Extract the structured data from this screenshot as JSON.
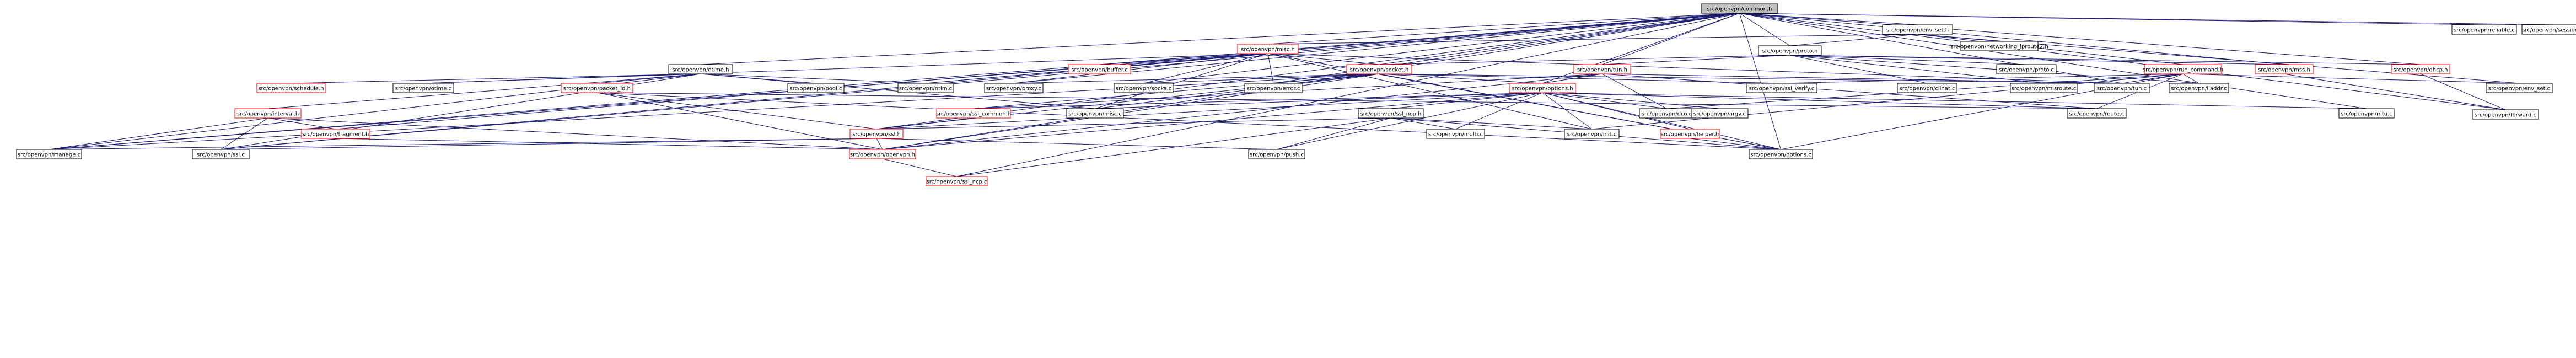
{
  "colors": {
    "edge": "#191970",
    "node_fill": "#ffffff",
    "node_border_default": "#000000",
    "node_border_truncated": "#ff0000",
    "root_fill": "#bfbfbf"
  },
  "nodes": [
    {
      "id": "common_h",
      "label": "src/openvpn/common.h",
      "truncated": false,
      "root": true
    },
    {
      "id": "env_set_h",
      "label": "src/openvpn/env_set.h",
      "truncated": false
    },
    {
      "id": "reliable_c",
      "label": "src/openvpn/reliable.c",
      "truncated": false
    },
    {
      "id": "session_id_c",
      "label": "src/openvpn/session_id.c",
      "truncated": false
    },
    {
      "id": "networking_iproute2_h",
      "label": "src/openvpn/networking_iproute2.h",
      "truncated": false
    },
    {
      "id": "proto_h",
      "label": "src/openvpn/proto.h",
      "truncated": false
    },
    {
      "id": "misc_h",
      "label": "src/openvpn/misc.h",
      "truncated": true
    },
    {
      "id": "run_command_h",
      "label": "src/openvpn/run_command.h",
      "truncated": true
    },
    {
      "id": "mss_h",
      "label": "src/openvpn/mss.h",
      "truncated": true
    },
    {
      "id": "dhcp_h",
      "label": "src/openvpn/dhcp.h",
      "truncated": true
    },
    {
      "id": "otime_h",
      "label": "src/openvpn/otime.h",
      "truncated": false
    },
    {
      "id": "socket_h",
      "label": "src/openvpn/socket.h",
      "truncated": true
    },
    {
      "id": "tun_h",
      "label": "src/openvpn/tun.h",
      "truncated": true
    },
    {
      "id": "buffer_c",
      "label": "src/openvpn/buffer.c",
      "truncated": true
    },
    {
      "id": "proto_c",
      "label": "src/openvpn/proto.c",
      "truncated": false
    },
    {
      "id": "env_set_c",
      "label": "src/openvpn/env_set.c",
      "truncated": false
    },
    {
      "id": "forward_c",
      "label": "src/openvpn/forward.c",
      "truncated": false
    },
    {
      "id": "schedule_h",
      "label": "src/openvpn/schedule.h",
      "truncated": true
    },
    {
      "id": "otime_c",
      "label": "src/openvpn/otime.c",
      "truncated": false
    },
    {
      "id": "packet_id_h",
      "label": "src/openvpn/packet_id.h",
      "truncated": true
    },
    {
      "id": "pool_c",
      "label": "src/openvpn/pool.c",
      "truncated": false
    },
    {
      "id": "ntlm_c",
      "label": "src/openvpn/ntlm.c",
      "truncated": false
    },
    {
      "id": "proxy_c",
      "label": "src/openvpn/proxy.c",
      "truncated": false
    },
    {
      "id": "socks_c",
      "label": "src/openvpn/socks.c",
      "truncated": false
    },
    {
      "id": "error_c",
      "label": "src/openvpn/error.c",
      "truncated": false
    },
    {
      "id": "options_h",
      "label": "src/openvpn/options.h",
      "truncated": true
    },
    {
      "id": "ssl_verify_c",
      "label": "src/openvpn/ssl_verify.c",
      "truncated": false
    },
    {
      "id": "clinat_c",
      "label": "src/openvpn/clinat.c",
      "truncated": false
    },
    {
      "id": "misroute_c",
      "label": "src/openvpn/misroute.c",
      "truncated": false
    },
    {
      "id": "tun_c",
      "label": "src/openvpn/tun.c",
      "truncated": false
    },
    {
      "id": "lladdr_c",
      "label": "src/openvpn/lladdr.c",
      "truncated": false
    },
    {
      "id": "interval_h",
      "label": "src/openvpn/interval.h",
      "truncated": true
    },
    {
      "id": "fragment_h",
      "label": "src/openvpn/fragment.h",
      "truncated": true
    },
    {
      "id": "ssl_common_h",
      "label": "src/openvpn/ssl_common.h",
      "truncated": true
    },
    {
      "id": "misc_c",
      "label": "src/openvpn/misc.c",
      "truncated": false
    },
    {
      "id": "ssl_ncp_h",
      "label": "src/openvpn/ssl_ncp.h",
      "truncated": false
    },
    {
      "id": "dco_c",
      "label": "src/openvpn/dco.c",
      "truncated": false
    },
    {
      "id": "argv_c",
      "label": "src/openvpn/argv.c",
      "truncated": false
    },
    {
      "id": "route_c",
      "label": "src/openvpn/route.c",
      "truncated": false
    },
    {
      "id": "mtu_c",
      "label": "src/openvpn/mtu.c",
      "truncated": false
    },
    {
      "id": "ssl_h",
      "label": "src/openvpn/ssl.h",
      "truncated": true
    },
    {
      "id": "multi_c",
      "label": "src/openvpn/multi.c",
      "truncated": false
    },
    {
      "id": "init_c",
      "label": "src/openvpn/init.c",
      "truncated": false
    },
    {
      "id": "helper_h",
      "label": "src/openvpn/helper.h",
      "truncated": true
    },
    {
      "id": "manage_c",
      "label": "src/openvpn/manage.c",
      "truncated": false
    },
    {
      "id": "ssl_c",
      "label": "src/openvpn/ssl.c",
      "truncated": false
    },
    {
      "id": "openvpn_h",
      "label": "src/openvpn/openvpn.h",
      "truncated": true
    },
    {
      "id": "push_c",
      "label": "src/openvpn/push.c",
      "truncated": false
    },
    {
      "id": "options_c",
      "label": "src/openvpn/options.c",
      "truncated": false
    },
    {
      "id": "ssl_ncp_c",
      "label": "src/openvpn/ssl_ncp.c",
      "truncated": true
    }
  ],
  "edges": [
    [
      "env_set_h",
      "common_h"
    ],
    [
      "reliable_c",
      "common_h"
    ],
    [
      "session_id_c",
      "common_h"
    ],
    [
      "proto_h",
      "common_h"
    ],
    [
      "misc_h",
      "common_h"
    ],
    [
      "otime_h",
      "common_h"
    ],
    [
      "socket_h",
      "common_h"
    ],
    [
      "tun_h",
      "common_h"
    ],
    [
      "mss_h",
      "common_h"
    ],
    [
      "dhcp_h",
      "common_h"
    ],
    [
      "buffer_c",
      "common_h"
    ],
    [
      "forward_c",
      "common_h"
    ],
    [
      "options_h",
      "common_h"
    ],
    [
      "manage_c",
      "common_h"
    ],
    [
      "ssl_c",
      "common_h"
    ],
    [
      "openvpn_h",
      "common_h"
    ],
    [
      "options_c",
      "common_h"
    ],
    [
      "ssl_ncp_c",
      "common_h"
    ],
    [
      "proxy_c",
      "common_h"
    ],
    [
      "ntlm_c",
      "common_h"
    ],
    [
      "error_c",
      "common_h"
    ],
    [
      "tun_c",
      "common_h"
    ],
    [
      "mtu_c",
      "common_h"
    ],
    [
      "fragment_h",
      "common_h"
    ],
    [
      "ssl_h",
      "common_h"
    ],
    [
      "socks_c",
      "common_h"
    ],
    [
      "misc_h",
      "env_set_h"
    ],
    [
      "networking_iproute2_h",
      "env_set_h"
    ],
    [
      "run_command_h",
      "env_set_h"
    ],
    [
      "env_set_c",
      "env_set_h"
    ],
    [
      "proto_h",
      "env_set_h"
    ],
    [
      "socket_h",
      "proto_h"
    ],
    [
      "tun_h",
      "proto_h"
    ],
    [
      "proto_c",
      "proto_h"
    ],
    [
      "mss_h",
      "proto_h"
    ],
    [
      "dhcp_h",
      "proto_h"
    ],
    [
      "lladdr_c",
      "proto_h"
    ],
    [
      "clinat_c",
      "proto_h"
    ],
    [
      "misroute_c",
      "proto_h"
    ],
    [
      "socket_h",
      "misc_h"
    ],
    [
      "buffer_c",
      "misc_h"
    ],
    [
      "otime_c",
      "misc_h"
    ],
    [
      "ntlm_c",
      "misc_h"
    ],
    [
      "proxy_c",
      "misc_h"
    ],
    [
      "socks_c",
      "misc_h"
    ],
    [
      "error_c",
      "misc_h"
    ],
    [
      "tun_c",
      "misc_h"
    ],
    [
      "manage_c",
      "misc_h"
    ],
    [
      "ssl_c",
      "misc_h"
    ],
    [
      "options_c",
      "misc_h"
    ],
    [
      "misc_c",
      "misc_h"
    ],
    [
      "init_c",
      "misc_h"
    ],
    [
      "tun_c",
      "run_command_h"
    ],
    [
      "lladdr_c",
      "run_command_h"
    ],
    [
      "env_set_c",
      "run_command_h"
    ],
    [
      "route_c",
      "run_command_h"
    ],
    [
      "options_c",
      "run_command_h"
    ],
    [
      "init_c",
      "run_command_h"
    ],
    [
      "dco_c",
      "run_command_h"
    ],
    [
      "ssl_verify_c",
      "run_command_h"
    ],
    [
      "forward_c",
      "mss_h"
    ],
    [
      "forward_c",
      "dhcp_h"
    ],
    [
      "schedule_h",
      "otime_h"
    ],
    [
      "otime_c",
      "otime_h"
    ],
    [
      "packet_id_h",
      "otime_h"
    ],
    [
      "pool_c",
      "otime_h"
    ],
    [
      "interval_h",
      "otime_h"
    ],
    [
      "ntlm_c",
      "otime_h"
    ],
    [
      "manage_c",
      "otime_h"
    ],
    [
      "ssl_c",
      "otime_h"
    ],
    [
      "misc_c",
      "otime_h"
    ],
    [
      "proxy_c",
      "socket_h"
    ],
    [
      "socks_c",
      "socket_h"
    ],
    [
      "error_c",
      "socket_h"
    ],
    [
      "options_h",
      "socket_h"
    ],
    [
      "ssl_verify_c",
      "socket_h"
    ],
    [
      "tun_c",
      "socket_h"
    ],
    [
      "ssl_common_h",
      "socket_h"
    ],
    [
      "misc_c",
      "socket_h"
    ],
    [
      "ssl_h",
      "socket_h"
    ],
    [
      "openvpn_h",
      "socket_h"
    ],
    [
      "manage_c",
      "socket_h"
    ],
    [
      "options_c",
      "socket_h"
    ],
    [
      "options_h",
      "tun_h"
    ],
    [
      "route_c",
      "tun_h"
    ],
    [
      "ssl_common_h",
      "tun_h"
    ],
    [
      "openvpn_h",
      "tun_h"
    ],
    [
      "tun_c",
      "tun_h"
    ],
    [
      "dco_c",
      "tun_h"
    ],
    [
      "ssl_ncp_h",
      "options_h"
    ],
    [
      "dco_c",
      "options_h"
    ],
    [
      "argv_c",
      "options_h"
    ],
    [
      "route_c",
      "options_h"
    ],
    [
      "mtu_c",
      "options_h"
    ],
    [
      "helper_h",
      "options_h"
    ],
    [
      "multi_c",
      "options_h"
    ],
    [
      "init_c",
      "options_h"
    ],
    [
      "options_c",
      "options_h"
    ],
    [
      "push_c",
      "options_h"
    ],
    [
      "ssl_common_h",
      "options_h"
    ],
    [
      "ssl_h",
      "options_h"
    ],
    [
      "openvpn_h",
      "options_h"
    ],
    [
      "misc_c",
      "options_h"
    ],
    [
      "ssl_h",
      "packet_id_h"
    ],
    [
      "route_c",
      "packet_id_h"
    ],
    [
      "options_c",
      "packet_id_h"
    ],
    [
      "openvpn_h",
      "packet_id_h"
    ],
    [
      "fragment_h",
      "interval_h"
    ],
    [
      "manage_c",
      "interval_h"
    ],
    [
      "ssl_c",
      "interval_h"
    ],
    [
      "openvpn_h",
      "interval_h"
    ],
    [
      "openvpn_h",
      "fragment_h"
    ],
    [
      "ssl_h",
      "ssl_common_h"
    ],
    [
      "ssl_h",
      "ssl_ncp_h"
    ],
    [
      "multi_c",
      "ssl_ncp_h"
    ],
    [
      "init_c",
      "ssl_ncp_h"
    ],
    [
      "push_c",
      "ssl_ncp_h"
    ],
    [
      "options_c",
      "ssl_ncp_h"
    ],
    [
      "ssl_ncp_c",
      "ssl_ncp_h"
    ],
    [
      "manage_c",
      "ssl_h"
    ],
    [
      "ssl_c",
      "ssl_h"
    ],
    [
      "openvpn_h",
      "ssl_h"
    ],
    [
      "push_c",
      "ssl_h"
    ],
    [
      "options_c",
      "helper_h"
    ],
    [
      "ssl_ncp_c",
      "openvpn_h"
    ]
  ]
}
